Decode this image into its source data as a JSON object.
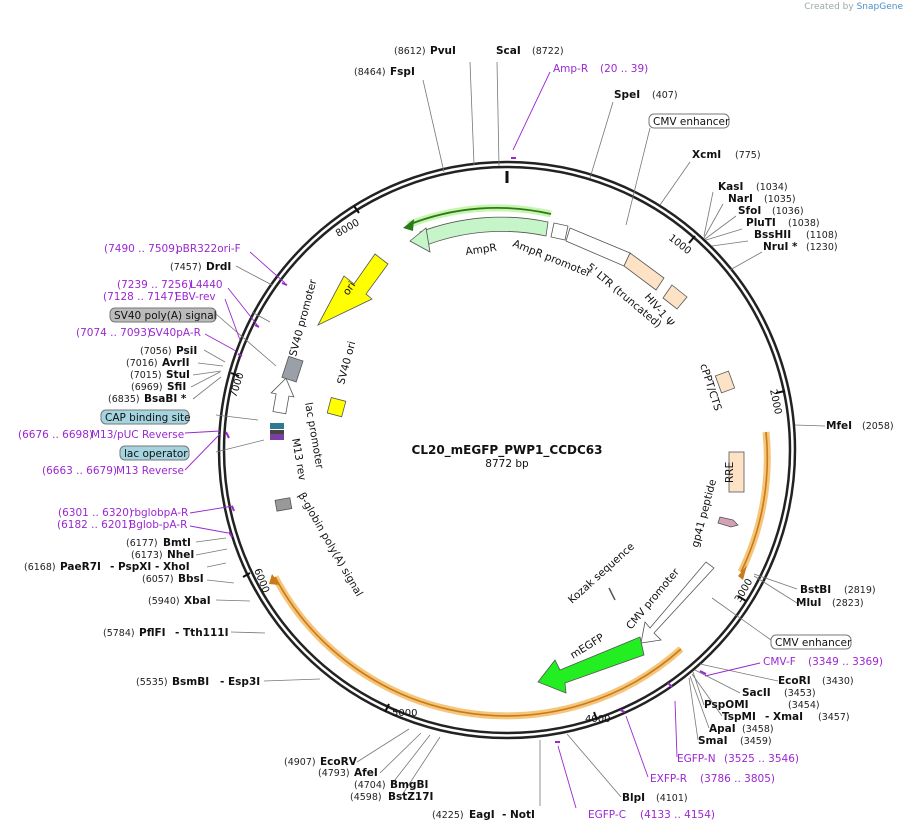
{
  "credit": {
    "prefix": "Created by",
    "brand": "SnapGene"
  },
  "plasmid": {
    "name": "CL20_mEGFP_PWP1_CCDC63",
    "length": "8772 bp"
  },
  "ticks": [
    "1000",
    "2000",
    "3000",
    "4000",
    "5000",
    "6000",
    "7000",
    "8000"
  ],
  "features": {
    "ampr": "AmpR",
    "ampr_promoter": "AmpR promoter",
    "ltr": "5' LTR (truncated)",
    "hiv": "HIV-1 Ψ",
    "cppt": "cPPT/CTS",
    "rre": "RRE",
    "gp41": "gp41 peptide",
    "cmv_promoter": "CMV promoter",
    "kozak": "Kozak sequence",
    "megfp": "mEGFP",
    "globin": "β-globin poly(A) signal",
    "m13rev": "M13 rev",
    "lac": "lac promoter",
    "sv40prom": "SV40 promoter",
    "sv40ori": "SV40 ori",
    "ori": "ori"
  },
  "boxed_labels": {
    "cmv_enh_top": "CMV enhancer",
    "cmv_enh_bottom": "CMV enhancer",
    "sv40_polya": "SV40 poly(A) signal",
    "cap": "CAP binding site",
    "lacop": "lac operator"
  },
  "sites": {
    "pvui": {
      "name": "PvuI",
      "pos": "(8612)"
    },
    "scai": {
      "name": "ScaI",
      "pos": "(8722)"
    },
    "fspi": {
      "name": "FspI",
      "pos": "(8464)"
    },
    "spei": {
      "name": "SpeI",
      "pos": "(407)"
    },
    "xcmi": {
      "name": "XcmI",
      "pos": "(775)"
    },
    "kasi": {
      "name": "KasI",
      "pos": "(1034)"
    },
    "nari": {
      "name": "NarI",
      "pos": "(1035)"
    },
    "sfoi": {
      "name": "SfoI",
      "pos": "(1036)"
    },
    "pluti": {
      "name": "PluTI",
      "pos": "(1038)"
    },
    "bsshii": {
      "name": "BssHII",
      "pos": "(1108)"
    },
    "frui": {
      "name": "NruI *",
      "pos": "(1230)"
    },
    "mfei": {
      "name": "MfeI",
      "pos": "(2058)"
    },
    "bstbi": {
      "name": "BstBI",
      "pos": "(2819)"
    },
    "mlui": {
      "name": "MluI",
      "pos": "(2823)"
    },
    "ecori_r": {
      "name": "EcoRI",
      "pos": "(3430)"
    },
    "sacii": {
      "name": "SacII",
      "pos": "(3453)"
    },
    "pspomi": {
      "name": "PspOMI",
      "pos": "(3454)"
    },
    "tspmi": {
      "name": "TspMI",
      "extra": "- XmaI",
      "pos": "(3457)"
    },
    "apai": {
      "name": "ApaI",
      "pos": "(3458)"
    },
    "smai": {
      "name": "SmaI",
      "pos": "(3459)"
    },
    "blpi": {
      "name": "BlpI",
      "pos": "(4101)"
    },
    "eagi": {
      "name": "EagI",
      "extra": "- NotI",
      "pos": "(4225)"
    },
    "bstz17i": {
      "name": "BstZ17I",
      "pos": "(4598)"
    },
    "bmgbi": {
      "name": "BmgBI",
      "pos": "(4704)"
    },
    "afei": {
      "name": "AfeI",
      "pos": "(4793)"
    },
    "ecorv": {
      "name": "EcoRV",
      "pos": "(4907)"
    },
    "bsmbi": {
      "name": "BsmBI",
      "extra": "- Esp3I",
      "pos": "(5535)"
    },
    "pflfi": {
      "name": "PflFI",
      "extra": "- Tth111I",
      "pos": "(5784)"
    },
    "xbai": {
      "name": "XbaI",
      "pos": "(5940)"
    },
    "bbsi": {
      "name": "BbsI",
      "pos": "(6057)"
    },
    "paer7i": {
      "name": "PaeR7I",
      "extra": "- PspXI   - XhoI",
      "pos": "(6168)"
    },
    "nhei": {
      "name": "NheI",
      "pos": "(6173)"
    },
    "bmti": {
      "name": "BmtI",
      "pos": "(6177)"
    },
    "bsabi": {
      "name": "BsaBI *",
      "pos": "(6835)"
    },
    "sfii": {
      "name": "SfiI",
      "pos": "(6969)"
    },
    "stui": {
      "name": "StuI",
      "pos": "(7015)"
    },
    "avrii": {
      "name": "AvrII",
      "pos": "(7016)"
    },
    "psii": {
      "name": "PsiI",
      "pos": "(7056)"
    },
    "drdi": {
      "name": "DrdI",
      "pos": "(7457)"
    }
  },
  "primers": {
    "ampr": {
      "name": "Amp-R",
      "range": "(20 .. 39)"
    },
    "pbr": {
      "name": "pBR322ori-F",
      "range": "(7490 .. 7509)"
    },
    "l4440": {
      "name": "L4440",
      "range": "(7239 .. 7256)"
    },
    "ebv": {
      "name": "EBV-rev",
      "range": "(7128 .. 7147)"
    },
    "sv40pa": {
      "name": "SV40pA-R",
      "range": "(7074 .. 7093)"
    },
    "m13puc": {
      "name": "M13/pUC Reverse",
      "range": "(6676 .. 6698)"
    },
    "m13rev": {
      "name": "M13 Reverse",
      "range": "(6663 .. 6679)"
    },
    "rbglob": {
      "name": "rbglobpA-R",
      "range": "(6301 .. 6320)"
    },
    "bglob": {
      "name": "Bglob-pA-R",
      "range": "(6182 .. 6201)"
    },
    "cmvf": {
      "name": "CMV-F",
      "range": "(3349 .. 3369)"
    },
    "egfpn": {
      "name": "EGFP-N",
      "range": "(3525 .. 3546)"
    },
    "exfpr": {
      "name": "EXFP-R",
      "range": "(3786 .. 3805)"
    },
    "egfpc": {
      "name": "EGFP-C",
      "range": "(4133 .. 4154)"
    }
  },
  "colors": {
    "ampr": "#c6f5c9",
    "megfp": "#22ee22",
    "feature_orange": "#fde2c6",
    "ori": "#ffff00",
    "primer": "#9b27d1",
    "highlight": "#f5c57a",
    "boxed_blue": "#a4d4e0",
    "boxed_gray": "#bbbbbb"
  }
}
